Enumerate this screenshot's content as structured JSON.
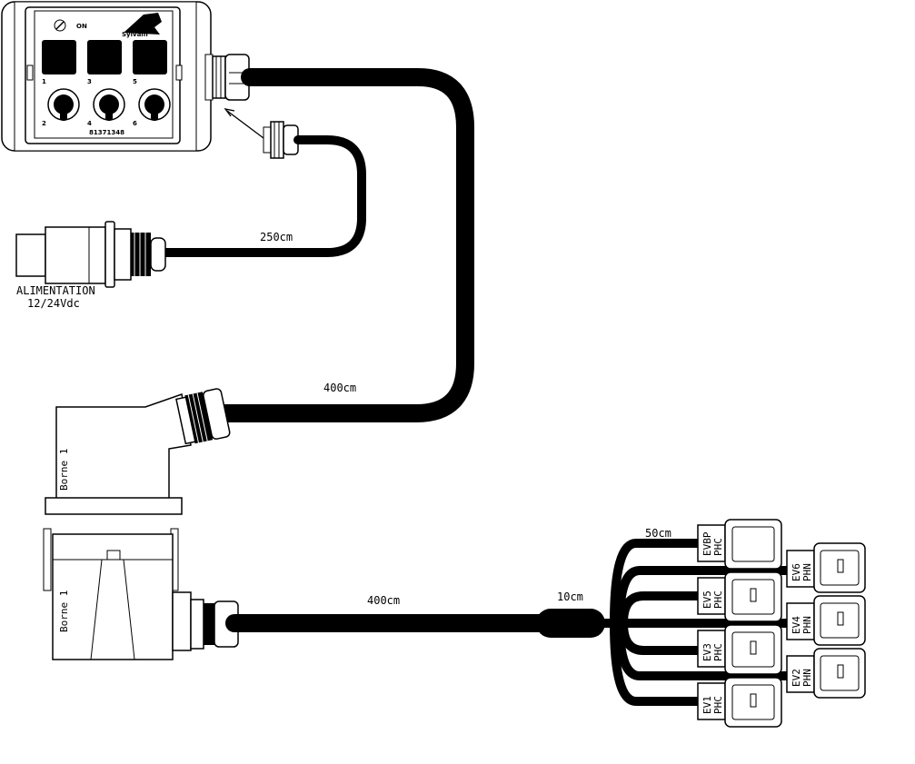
{
  "control_box": {
    "on_label": "ON",
    "brand": "Sylvain",
    "switch_numbers_top": [
      "1",
      "3",
      "5"
    ],
    "switch_numbers_bottom": [
      "2",
      "4",
      "6"
    ],
    "part_number": "81371348"
  },
  "power_supply": {
    "label_line1": "ALIMENTATION",
    "label_line2": "12/24Vdc"
  },
  "cable_lengths": {
    "power_cable": "250cm",
    "main_cable_top": "400cm",
    "main_cable_bottom": "400cm",
    "split": "10cm",
    "bypass": "50cm"
  },
  "connectors": {
    "top_block": "Borne 1",
    "bottom_block": "Borne 1"
  },
  "valves_left": [
    {
      "name": "EVBP",
      "type": "PHC"
    },
    {
      "name": "EV5",
      "type": "PHC"
    },
    {
      "name": "EV3",
      "type": "PHC"
    },
    {
      "name": "EV1",
      "type": "PHC"
    }
  ],
  "valves_right": [
    {
      "name": "EV6",
      "type": "PHN"
    },
    {
      "name": "EV4",
      "type": "PHN"
    },
    {
      "name": "EV2",
      "type": "PHN"
    }
  ]
}
